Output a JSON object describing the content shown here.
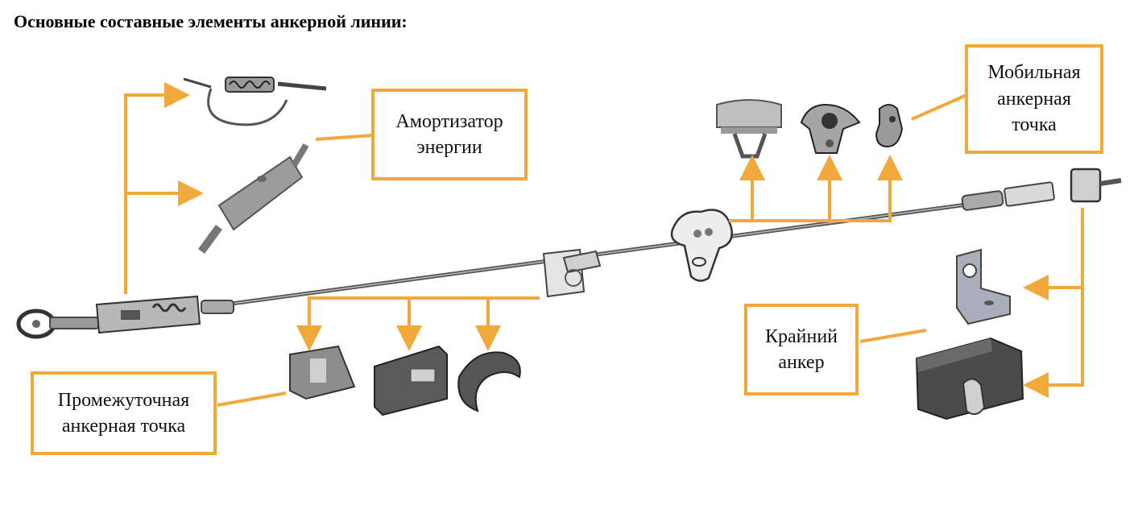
{
  "title": "Основные составные элементы анкерной линии:",
  "colors": {
    "accent": "#F2A93B",
    "cable": "#555555",
    "metal": "#8C8C8C",
    "dark_metal": "#4E4E4E"
  },
  "labels": {
    "absorber": [
      "Амортизатор",
      "энергии"
    ],
    "mobile": [
      "Мобильная",
      "анкерная",
      "точка"
    ],
    "end_anchor": [
      "Крайний",
      "анкер"
    ],
    "intermediate": [
      "Промежуточная",
      "анкерная точка"
    ]
  }
}
